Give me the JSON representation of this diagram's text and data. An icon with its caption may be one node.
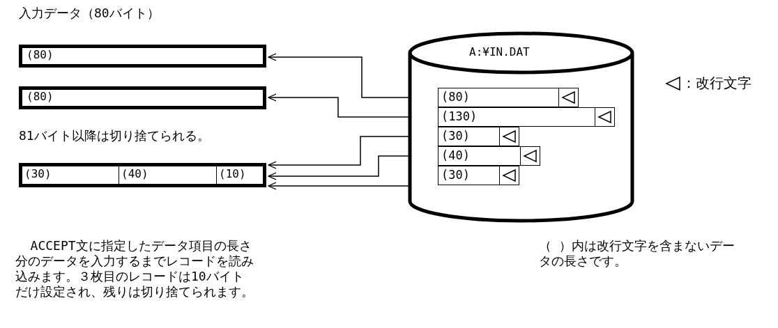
{
  "diagram": {
    "nodes": [
      {
        "text": [
          "(80)"
        ]
      },
      {
        "text": [
          "(80)"
        ]
      },
      {
        "text": [],
        "shape": "box"
      },
      {
        "text": [
          "(30)"
        ],
        "in": 2
      },
      {
        "text": [
          "(40)"
        ],
        "in": 2
      },
      {
        "text": [
          "(10)"
        ],
        "in": 2
      },
      {
        "text": [
          "A:¥IN.DAT"
        ]
      },
      {
        "text": [
          "(80)"
        ],
        "in": 6
      },
      {
        "text": [
          "(130)"
        ],
        "in": 6
      },
      {
        "text": [
          "(30)"
        ],
        "in": 6
      },
      {
        "text": [
          "(40)"
        ],
        "in": 6
      },
      {
        "text": [
          "(30)"
        ],
        "in": 6
      }
    ],
    "edges": [
      {
        "from": 7,
        "to": 0,
        "arrow": "to"
      },
      {
        "from": 8,
        "to": 1,
        "arrow": "to"
      },
      {
        "from": 9,
        "to": 2,
        "arrow": "to"
      },
      {
        "from": 10,
        "to": 2,
        "arrow": "to"
      },
      {
        "from": 11,
        "to": 2,
        "arrow": "to"
      }
    ],
    "labels": [
      "入力データ（80バイト）",
      "81バイト以降は切り捨てられる。",
      "ACCEPT文に指定したデータ項目の長さ分のデータを入力するまでレコードを読み込みます。３枚目のレコードは10バイトだけ設定され、残りは切り捨てられます。",
      "（ ）内は改行文字を含まないデータの長さです。"
    ],
    "legend": [
      {
        "text": "：改行文字"
      }
    ]
  }
}
